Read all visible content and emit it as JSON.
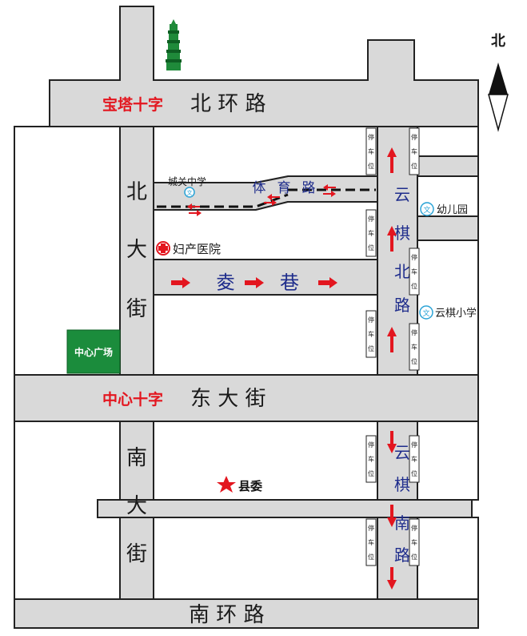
{
  "compass": {
    "north_label": "北"
  },
  "roads": {
    "north_ring": "北 环 路",
    "east_street": "东 大 街",
    "south_ring": "南 环 路",
    "north_street": [
      "北",
      "大",
      "街"
    ],
    "south_street": [
      "南",
      "大",
      "街"
    ],
    "yunqi_north": [
      "云",
      "棋",
      "北",
      "路"
    ],
    "yunqi_south": [
      "云",
      "棋",
      "南",
      "路"
    ],
    "tiyu_road": [
      "体",
      "育",
      "路"
    ],
    "alley": [
      "夌",
      "巷"
    ]
  },
  "landmarks": {
    "baota_cross": "宝塔十字",
    "center_cross": "中心十字",
    "center_square": "中心广场",
    "chengguan_school": "城关中学",
    "hospital": "妇产医院",
    "kindergarten": "幼儿园",
    "yunqi_primary": "云棋小学",
    "county_committee": "县委",
    "school_symbol": "文"
  },
  "parking": {
    "chars": [
      "停",
      "车",
      "位"
    ]
  },
  "colors": {
    "arrow": "#e3161f",
    "road_fill": "#d9d9d9",
    "square": "#1b8c3c",
    "pagoda": "#1f8a3a"
  }
}
